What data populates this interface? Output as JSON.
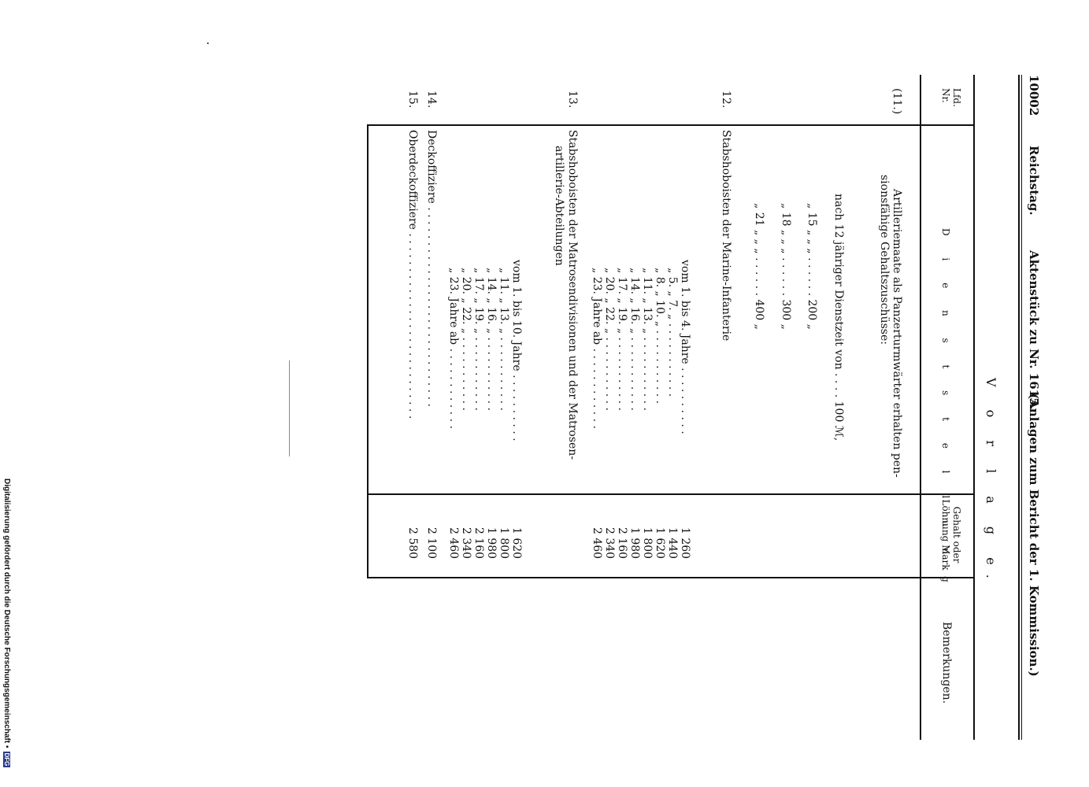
{
  "header": {
    "page_number": "10002",
    "publication": "Reichstag.",
    "title": "Aktenstück zu Nr. 1615.",
    "subtitle": "(Anlagen zum Bericht der 1. Kommission.)"
  },
  "section_title": "V o r l a g e.",
  "table": {
    "headers": {
      "lfd_nr": "Lfd. Nr.",
      "dienststellung": "D i e n s t s t e l l u n g",
      "gehalt": "Gehalt oder Löhnung Mark",
      "bemerkungen": "Bemerkungen."
    },
    "rows": [
      {
        "nr": "(11.)",
        "lines": [
          "Artilleriemaate als Panzerturmwärter erhalten pen-",
          "sionsfähige Gehaltszuschüsse:",
          "nach 12 jähriger Dienstzeit von . . . .  100 ℳ,",
          "„  15  „     „     „  . . . . . .  200 „",
          "„  18  „     „     „  . . . . . .  300 „",
          "„  21  „     „     „  . . . . . .  400 „"
        ],
        "values": []
      },
      {
        "nr": "12.",
        "lines": [
          "Stabshoboisten der Marine-Infanterie",
          "vom  1. bis  4. Jahre . . . . . . . . . .",
          "„   5.  „   7.  „  . . . . . . . . . . .",
          "„   8.  „  10.  „  . . . . . . . . . . .",
          "„  11.  „  13.  „  . . . . . . . . . . .",
          "„  14.  „  16.  „  . . . . . . . . . . .",
          "„  17.  „  19.  „  . . . . . . . . . . .",
          "„  20.  „  22.  „  . . . . . . . . . . .",
          "„  23. Jahre ab  . . . . . . . . . . . ."
        ],
        "values": [
          "1 260",
          "1 440",
          "1 620",
          "1 800",
          "1 980",
          "2 160",
          "2 340",
          "2 460"
        ]
      },
      {
        "nr": "13.",
        "lines": [
          "Stabshoboisten der Matrosendivisionen und der Matrosen-",
          "artillerie-Abteilungen",
          "vom  1. bis 10. Jahre . . . . . . . . . .",
          "„  11.  „  13.  „  . . . . . . . . . . .",
          "„  14.  „  16.  „  . . . . . . . . . . .",
          "„  17.  „  19.  „  . . . . . . . . . . .",
          "„  20.  „  22.  „  . . . . . . . . . . .",
          "„  23. Jahre ab  . . . . . . . . . . . ."
        ],
        "values": [
          "1 620",
          "1 800",
          "1 980",
          "2 160",
          "2 340",
          "2 460"
        ]
      },
      {
        "nr": "14.",
        "lines": [
          "Deckoffiziere . . . . . . . . . . . . . . . . . . . . . . . . . . . . ."
        ],
        "values": [
          "2 100"
        ]
      },
      {
        "nr": "15.",
        "lines": [
          "Oberdeckoffiziere . . . . . . . . . . . . . . . . . . . . . . . . . . ."
        ],
        "values": [
          "2 580"
        ]
      }
    ]
  },
  "footer": {
    "text": "Digitalisierung gefördert durch die Deutsche Forschungsgemeinschaft",
    "logo": "DFG"
  }
}
